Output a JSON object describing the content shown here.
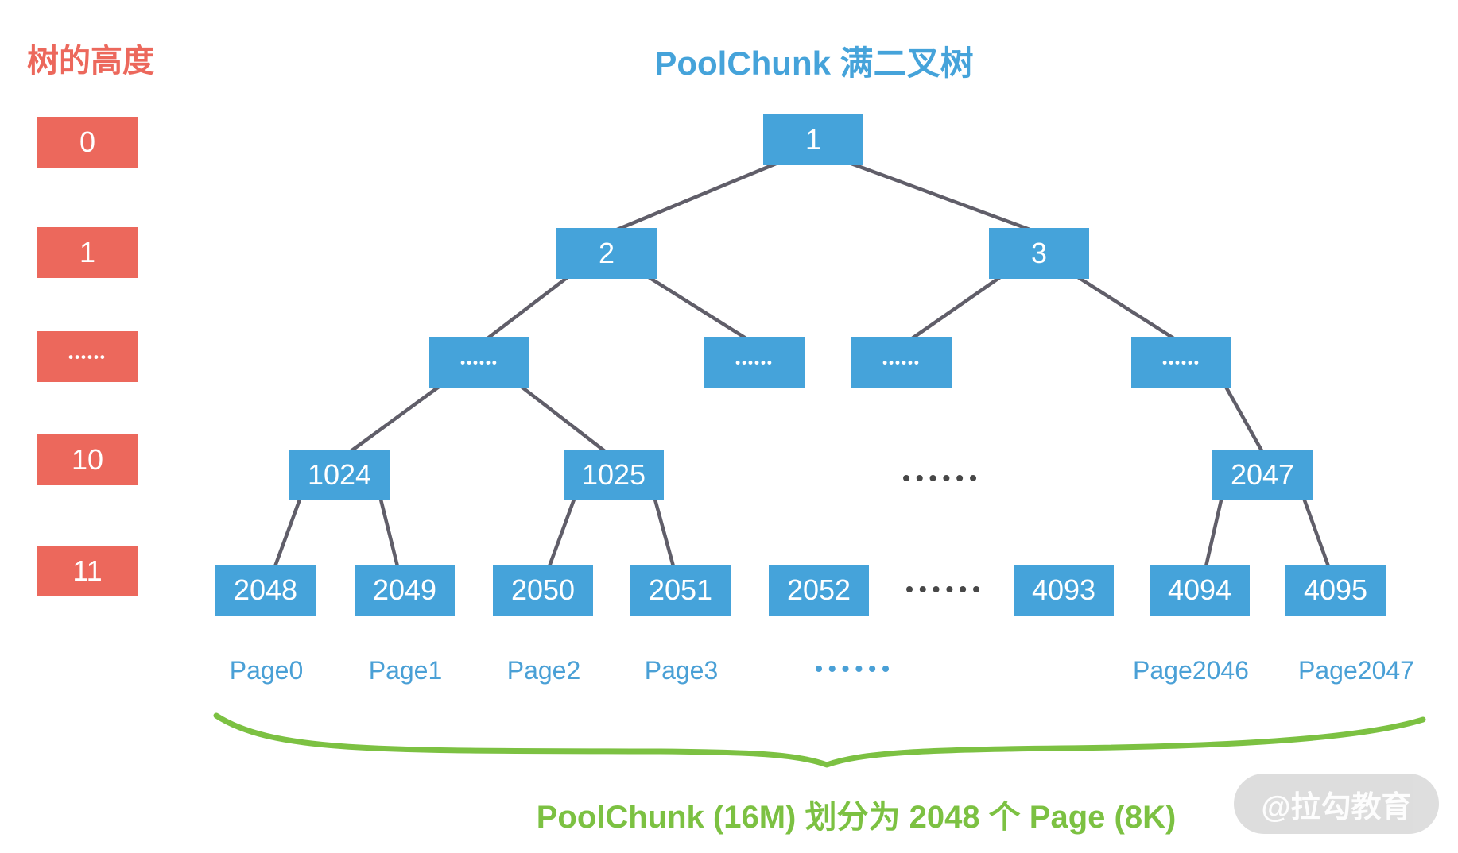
{
  "title": "PoolChunk 满二叉树",
  "left_panel": {
    "heading": "树的高度",
    "levels": [
      "0",
      "1",
      "••••••",
      "10",
      "11"
    ]
  },
  "tree": {
    "nodes": [
      "1",
      "2",
      "3",
      "••••••",
      "••••••",
      "••••••",
      "••••••",
      "1024",
      "1025",
      "2047",
      "2048",
      "2049",
      "2050",
      "2051",
      "2052",
      "4093",
      "4094",
      "4095"
    ],
    "mid_ellipsis": "••••••",
    "leaf_ellipsis": "••••••"
  },
  "pages": {
    "labels": [
      "Page0",
      "Page1",
      "Page2",
      "Page3",
      "Page2046",
      "Page2047"
    ],
    "ellipsis": "••••••"
  },
  "caption": "PoolChunk (16M) 划分为 2048 个 Page (8K)",
  "watermark": "@拉勾教育",
  "colors": {
    "node_blue": "#45a3da",
    "level_red": "#ec685c",
    "green": "#7cc142",
    "edge_gray": "#605e69",
    "dark_dot": "#474747",
    "label_blue": "#4aa0d6"
  }
}
